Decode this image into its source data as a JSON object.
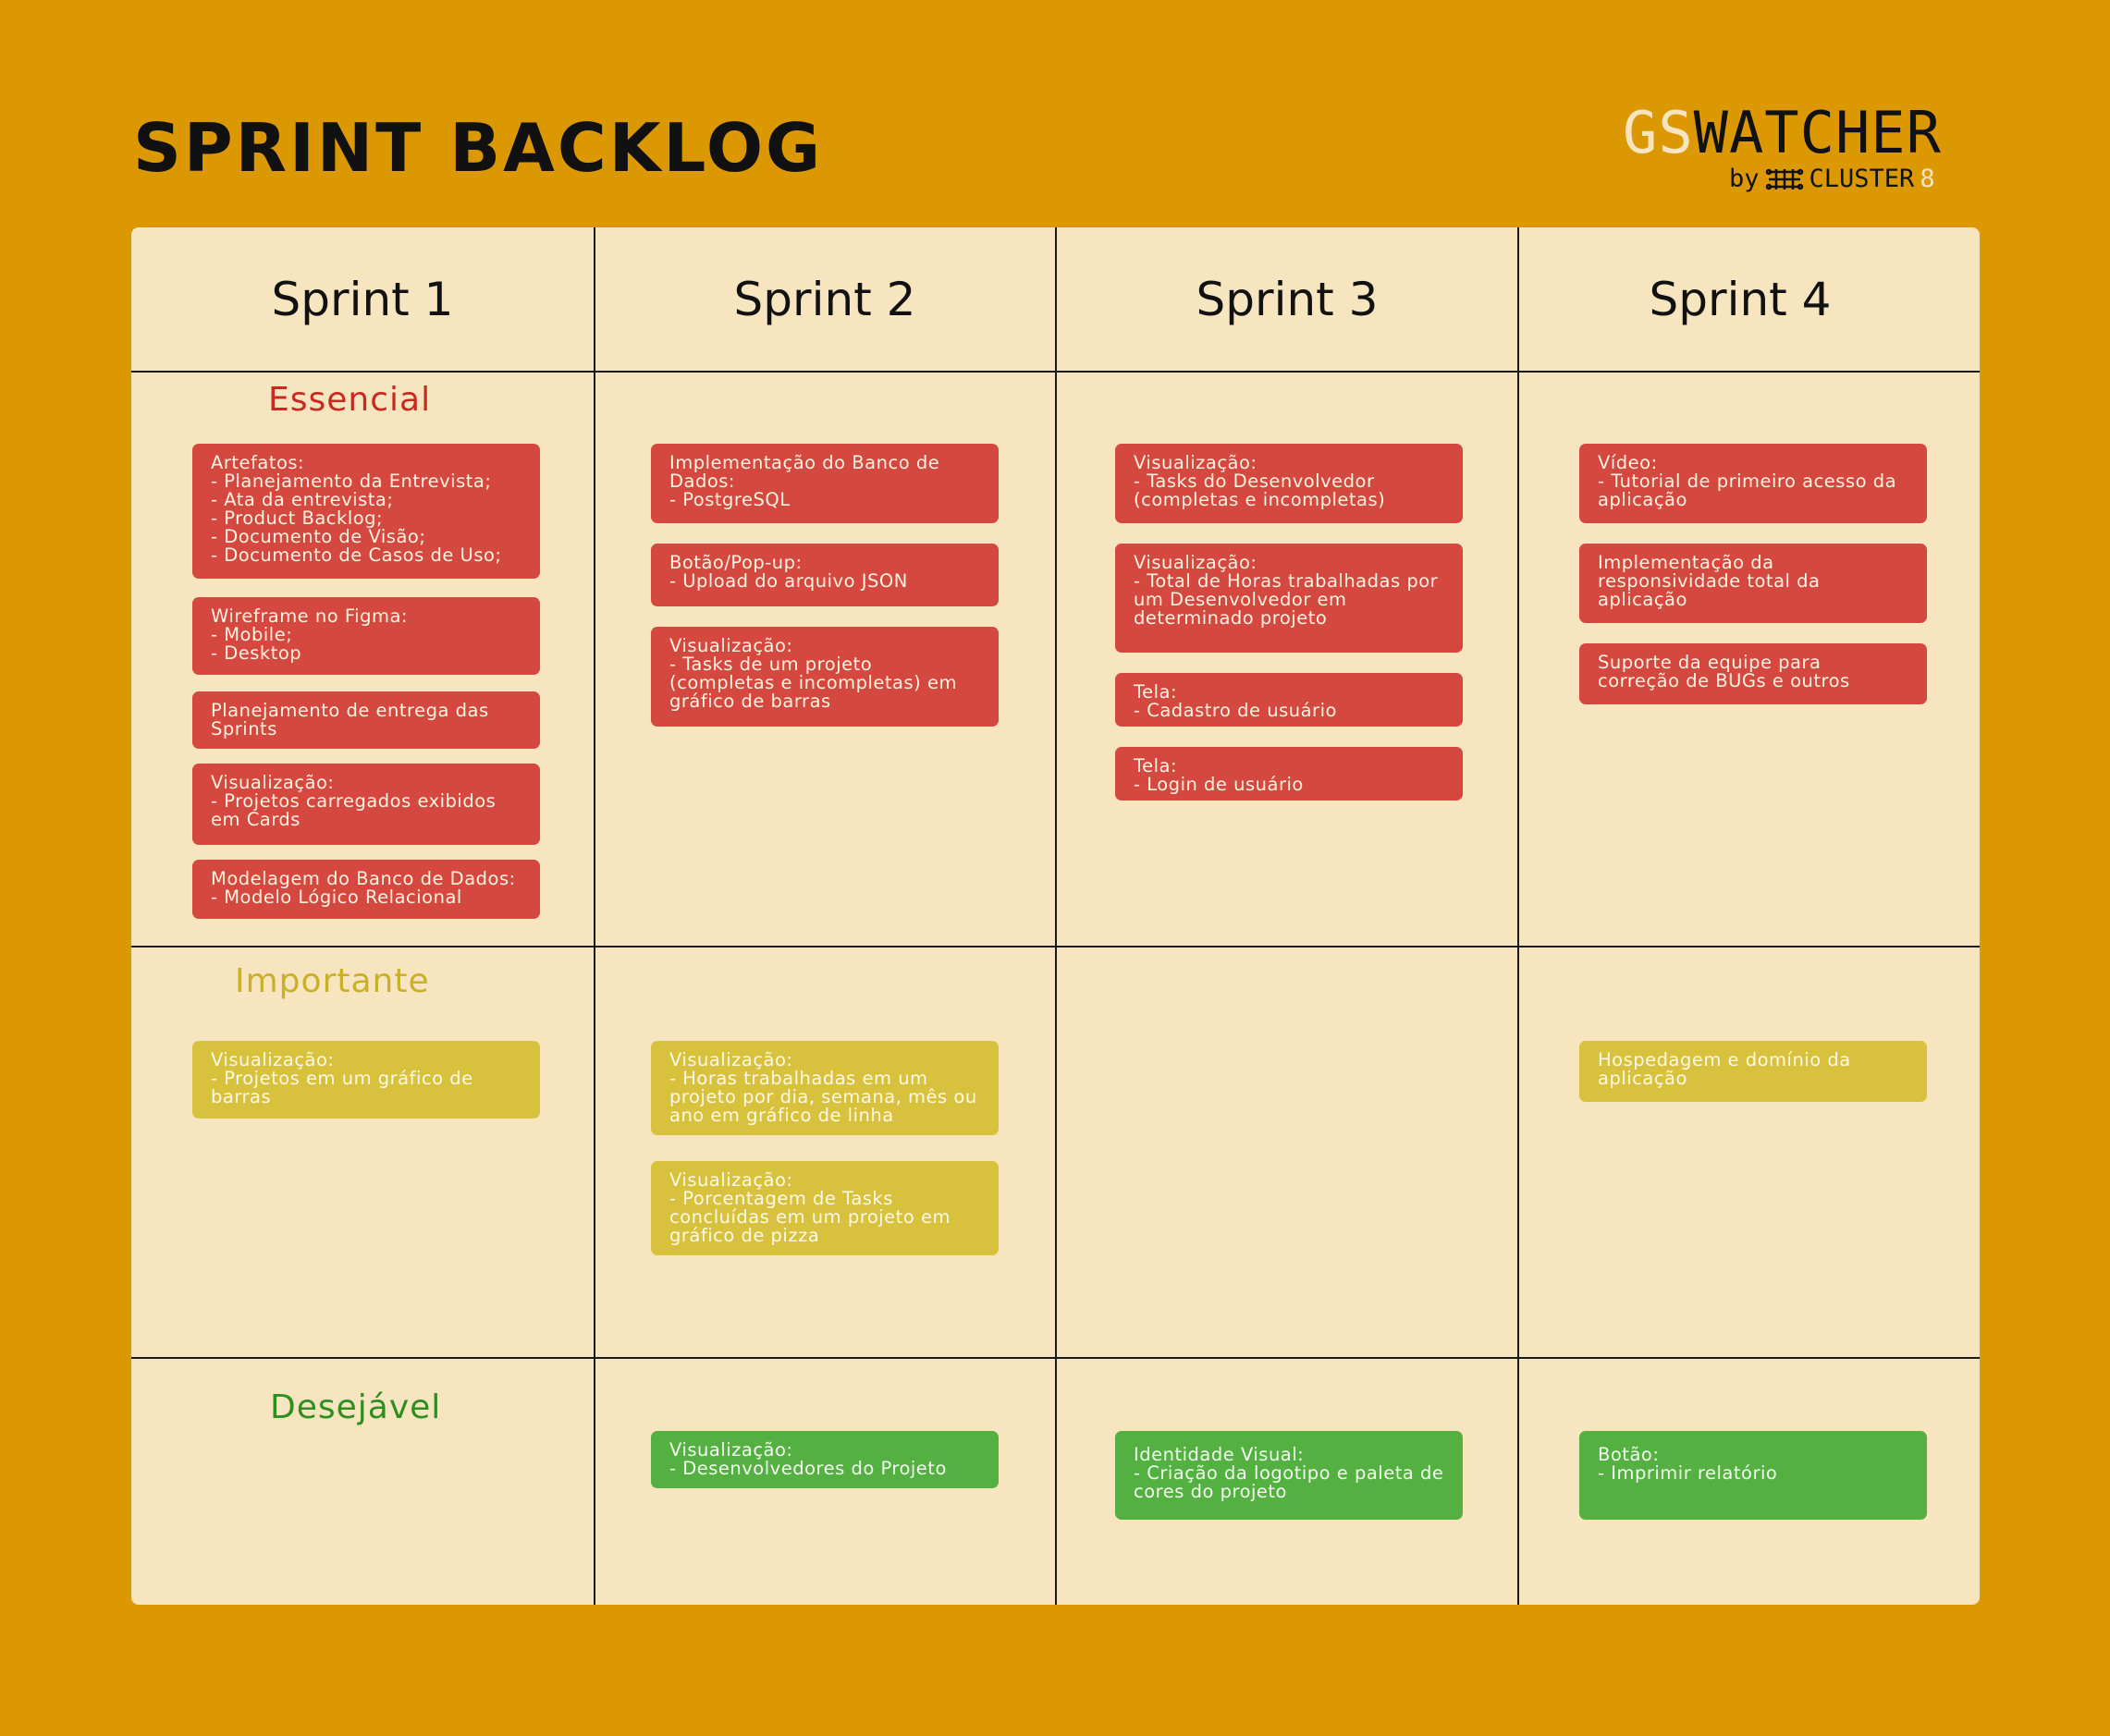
{
  "header": {
    "title": "SPRINT BACKLOG",
    "logo": {
      "gs": "GS",
      "rest": "WATCHER",
      "by": "by",
      "cluster": "CLUSTER",
      "eight": "8"
    }
  },
  "colors": {
    "background": "#DB9800",
    "board": "#F7E5C0",
    "essencial": "#D44840",
    "importante": "#D7C13D",
    "desejavel": "#54B041"
  },
  "sprints": [
    "Sprint 1",
    "Sprint 2",
    "Sprint 3",
    "Sprint 4"
  ],
  "bands": {
    "essencial": "Essencial",
    "importante": "Importante",
    "desejavel": "Desejável"
  },
  "cards": {
    "essencial": {
      "s1": [
        "Artefatos:\n- Planejamento da Entrevista;\n- Ata da entrevista;\n- Product Backlog;\n- Documento de Visão;\n- Documento de Casos de Uso;",
        "Wireframe no Figma:\n- Mobile;\n- Desktop",
        "Planejamento de entrega das Sprints",
        "Visualização:\n- Projetos carregados exibidos em Cards",
        "Modelagem do Banco de Dados:\n- Modelo Lógico Relacional"
      ],
      "s2": [
        "Implementação do Banco de Dados:\n- PostgreSQL",
        "Botão/Pop-up:\n- Upload do arquivo JSON",
        "Visualização:\n- Tasks de um projeto (completas e incompletas) em gráfico de barras"
      ],
      "s3": [
        "Visualização:\n- Tasks do Desenvolvedor (completas e incompletas)",
        "Visualização:\n- Total de Horas trabalhadas por um Desenvolvedor em determinado projeto",
        "Tela:\n- Cadastro de usuário",
        "Tela:\n- Login de usuário"
      ],
      "s4": [
        "Vídeo:\n- Tutorial de primeiro acesso da aplicação",
        "Implementação da responsividade total da aplicação",
        "Suporte da equipe para correção de BUGs e outros"
      ]
    },
    "importante": {
      "s1": [
        "Visualização:\n- Projetos em um gráfico de barras"
      ],
      "s2": [
        "Visualização:\n- Horas trabalhadas em um projeto por dia, semana, mês ou ano em gráfico de linha",
        "Visualização:\n- Porcentagem de Tasks concluídas em um projeto em gráfico de pizza"
      ],
      "s4": [
        "Hospedagem e domínio da aplicação"
      ]
    },
    "desejavel": {
      "s2": [
        "Visualização:\n- Desenvolvedores do Projeto"
      ],
      "s3": [
        "Identidade Visual:\n- Criação da logotipo e paleta de cores do projeto"
      ],
      "s4": [
        "Botão:\n- Imprimir relatório"
      ]
    }
  }
}
